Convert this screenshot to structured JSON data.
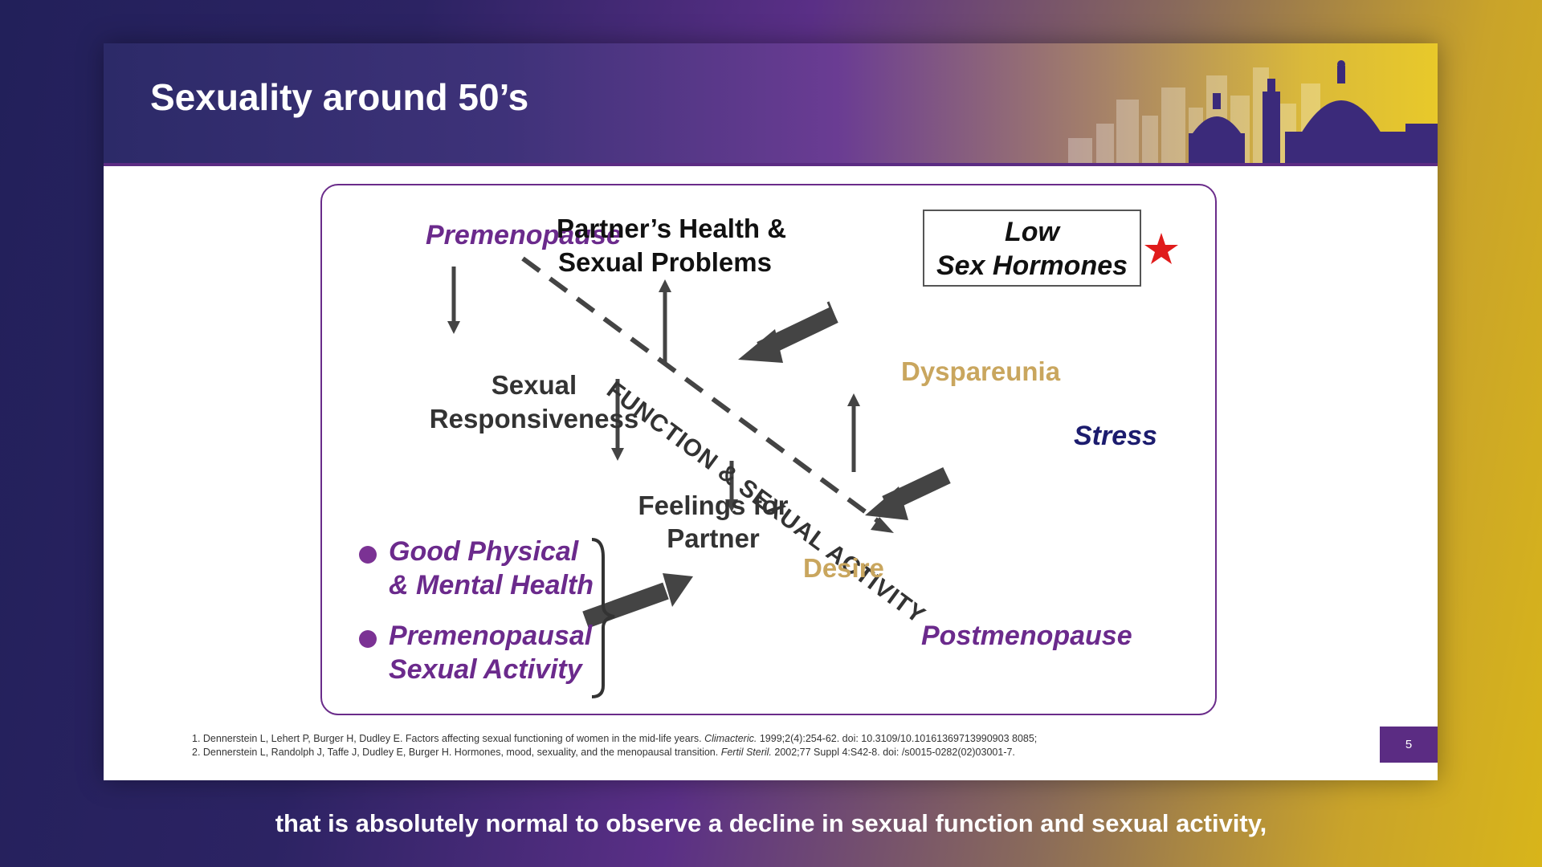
{
  "slide": {
    "title": "Sexuality around 50’s",
    "page_number": "5"
  },
  "diagram": {
    "premenopause": "Premenopause",
    "partner_line1": "Partner’s Health &",
    "partner_line2": "Sexual Problems",
    "hormones_line1": "Low",
    "hormones_line2": "Sex Hormones",
    "diagonal_label": "FUNCTION & SEXUAL ACTIVITY",
    "dyspareunia": "Dyspareunia",
    "responsiveness_line1": "Sexual",
    "responsiveness_line2": "Responsiveness",
    "stress": "Stress",
    "feelings_line1": "Feelings for",
    "feelings_line2": "Partner",
    "desire": "Desire",
    "postmenopause": "Postmenopause",
    "bullet1_line1": "Good Physical",
    "bullet1_line2": "& Mental Health",
    "bullet2_line1": "Premenopausal",
    "bullet2_line2": "Sexual Activity"
  },
  "references": {
    "ref1_prefix": "1. Dennerstein L, Lehert P, Burger H, Dudley E. Factors affecting sexual functioning of women in the mid-life years. ",
    "ref1_journal": "Climacteric.",
    "ref1_suffix": " 1999;2(4):254-62. doi: 10.3109/10.10161369713990903 8085;",
    "ref2_prefix": "2. Dennerstein L, Randolph J, Taffe J, Dudley E, Burger H. Hormones, mood, sexuality, and the menopausal transition. ",
    "ref2_journal": "Fertil Steril.",
    "ref2_suffix": " 2002;77 Suppl 4:S42-8. doi: /s0015-0282(02)03001-7."
  },
  "caption": "that is absolutely normal to observe a decline in sexual function and sexual activity,",
  "colors": {
    "accent_purple": "#6b2a8c",
    "gold_text": "#c9a65e",
    "stress_navy": "#1c1c6e",
    "star_red": "#e01b1b"
  }
}
